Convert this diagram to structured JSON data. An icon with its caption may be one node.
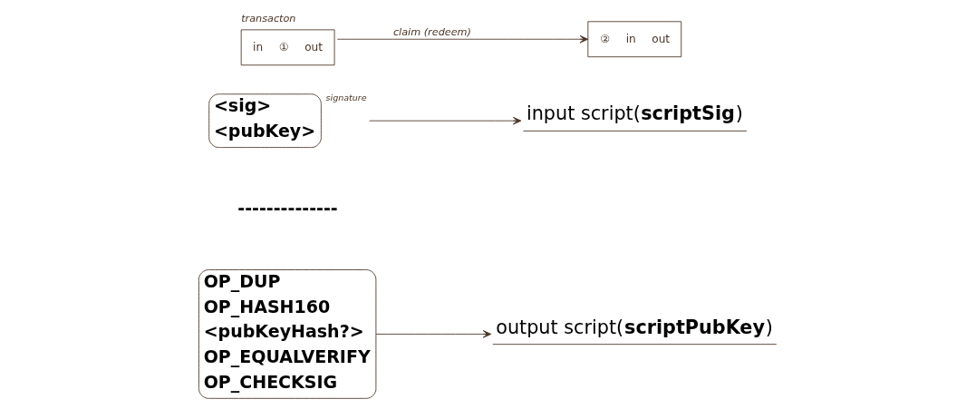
{
  "diagram": {
    "nodes": [
      {
        "text": [
          "<sig>",
          "<pubKey>"
        ],
        "beside": [
          "signature"
        ]
      },
      {
        "text": [
          "input script(**scriptSig**)"
        ]
      },
      {
        "text": [
          "OP_DUP",
          "OP_HASH160",
          "<pubKeyHash?>",
          "OP_EQUALVERIFY",
          "OP_CHECKSIG"
        ]
      },
      {
        "text": [
          "output script(**scriptPubKey**)"
        ]
      },
      {
        "text": [
          "in",
          "①",
          "out"
        ],
        "beside": [
          "transacton"
        ]
      },
      {
        "text": [
          "②",
          "in",
          "out"
        ]
      }
    ],
    "edges": [
      {
        "from": 0,
        "to": 1,
        "arrow": "to"
      },
      {
        "from": 2,
        "to": 3,
        "arrow": "to"
      },
      {
        "from": 4,
        "to": 5,
        "arrow": "to",
        "label": "claim (redeem)"
      }
    ],
    "labels": [
      "--------------"
    ]
  }
}
